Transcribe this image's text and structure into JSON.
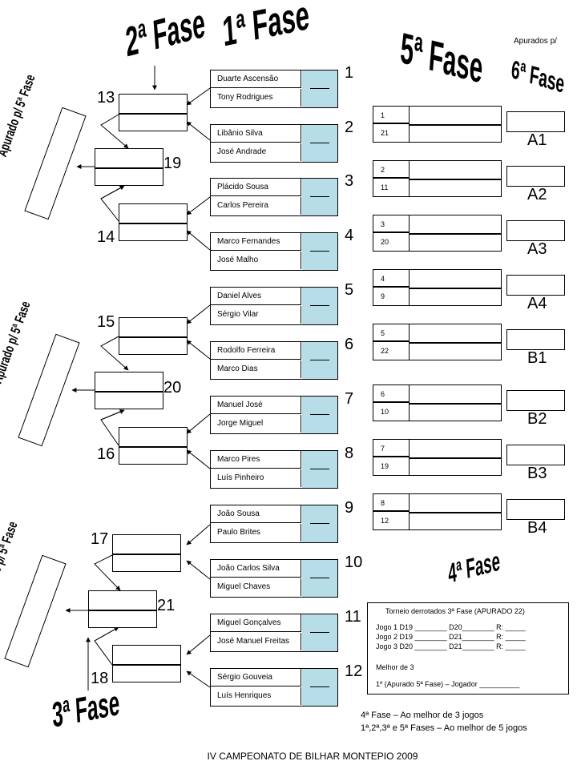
{
  "headers": {
    "phase1": "1ª Fase",
    "phase2": "2ª Fase",
    "phase3": "3ª Fase",
    "phase4": "4ª Fase",
    "phase5": "5ª Fase",
    "phase6": "6ª Fase",
    "qualified_for": "Apurados p/",
    "qualified_p5": "Apurado p/ 5ª Fase"
  },
  "score_blank": "____",
  "phase1_matches": [
    {
      "num": "1",
      "p1": "Duarte Ascensão",
      "p2": "Tony Rodrigues"
    },
    {
      "num": "2",
      "p1": "Libânio Silva",
      "p2": "José Andrade"
    },
    {
      "num": "3",
      "p1": "Plácido Sousa",
      "p2": "Carlos Pereira"
    },
    {
      "num": "4",
      "p1": "Marco Fernandes",
      "p2": "José Malho"
    },
    {
      "num": "5",
      "p1": "Daniel Alves",
      "p2": "Sérgio Vilar"
    },
    {
      "num": "6",
      "p1": "Rodolfo Ferreira",
      "p2": "Marco Dias"
    },
    {
      "num": "7",
      "p1": "Manuel José",
      "p2": "Jorge Miguel"
    },
    {
      "num": "8",
      "p1": "Marco Pires",
      "p2": "Luís Pinheiro"
    },
    {
      "num": "9",
      "p1": "João Sousa",
      "p2": "Paulo Brites"
    },
    {
      "num": "10",
      "p1": "João Carlos Silva",
      "p2": "Miguel Chaves"
    },
    {
      "num": "11",
      "p1": "Miguel Gonçalves",
      "p2": "José Manuel Freitas"
    },
    {
      "num": "12",
      "p1": "Sérgio Gouveia",
      "p2": "Luís Henriques"
    }
  ],
  "phase2_nums": [
    "13",
    "14",
    "15",
    "16",
    "17",
    "18"
  ],
  "phase3_nums": [
    "19",
    "20",
    "21"
  ],
  "phase5_matches": [
    {
      "a": "1",
      "b": "21",
      "slot": "A1"
    },
    {
      "a": "2",
      "b": "11",
      "slot": "A2"
    },
    {
      "a": "3",
      "b": "20",
      "slot": "A3"
    },
    {
      "a": "4",
      "b": "9",
      "slot": "A4"
    },
    {
      "a": "5",
      "b": "22",
      "slot": "B1"
    },
    {
      "a": "6",
      "b": "10",
      "slot": "B2"
    },
    {
      "a": "7",
      "b": "19",
      "slot": "B3"
    },
    {
      "a": "8",
      "b": "12",
      "slot": "B4"
    }
  ],
  "phase4_box": {
    "title": "Torneio derrotados 3ª Fase (APURADO 22)",
    "game1": "Jogo 1 D19 ________ D20________ R: _____",
    "game2": "Jogo 2 D19 ________ D21________ R: _____",
    "game3": "Jogo 3 D20 ________ D21________ R: _____",
    "best_of": "Melhor de 3",
    "winner": "1º (Apurado 5ª Fase) – Jogador __________"
  },
  "footnotes": {
    "line1": "4ª Fase – Ao melhor de 3 jogos",
    "line2": "1ª,2ª,3ª e 5ª Fases – Ao melhor de 5 jogos"
  },
  "footer": "IV CAMPEONATO DE BILHAR MONTEPIO 2009"
}
